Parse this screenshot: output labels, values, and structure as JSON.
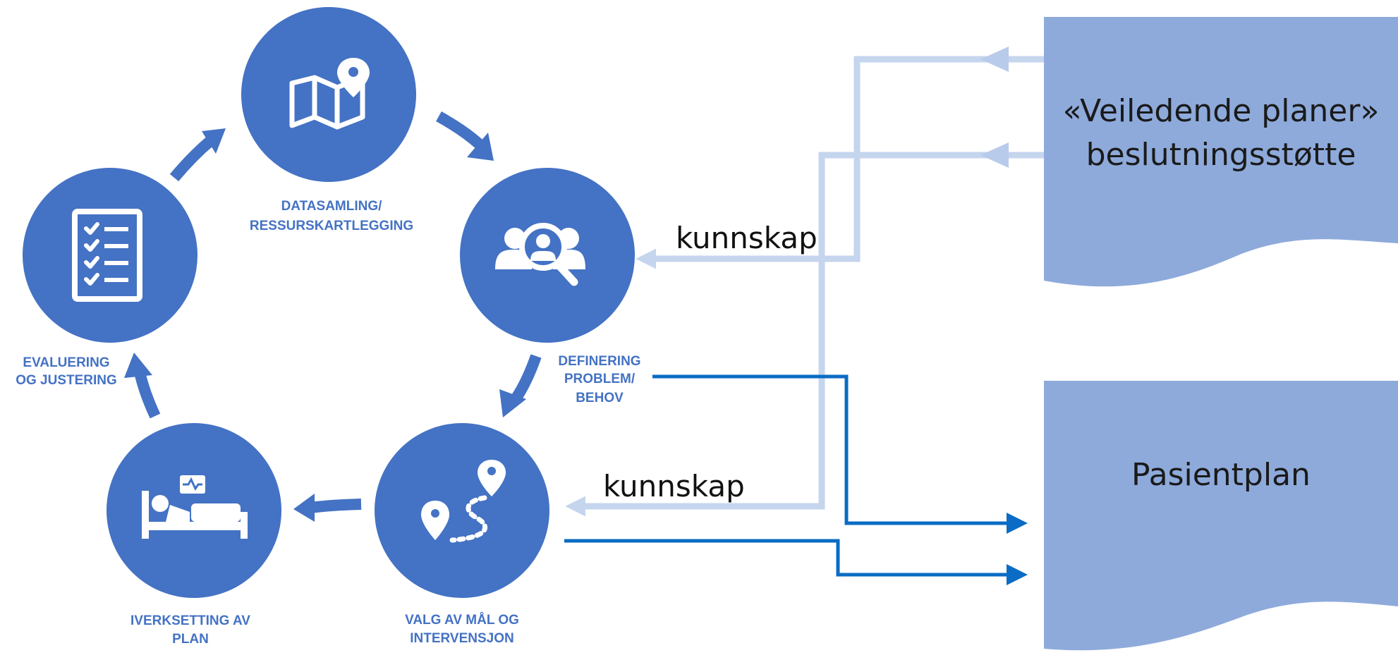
{
  "cycle": {
    "steps": [
      {
        "id": "datasamling",
        "lines": [
          "DATASAMLING/",
          "RESSURSKARTLEGGING"
        ],
        "icon": "map-pin-icon"
      },
      {
        "id": "definering",
        "lines": [
          "DEFINERING",
          "PROBLEM/",
          "BEHOV"
        ],
        "icon": "people-search-icon"
      },
      {
        "id": "valg",
        "lines": [
          "VALG AV MÅL OG",
          "INTERVENSJON"
        ],
        "icon": "route-icon"
      },
      {
        "id": "iverksetting",
        "lines": [
          "IVERKSETTING AV",
          "PLAN"
        ],
        "icon": "hospital-bed-icon"
      },
      {
        "id": "evaluering",
        "lines": [
          "EVALUERING",
          "OG JUSTERING"
        ],
        "icon": "checklist-icon"
      }
    ]
  },
  "flows": {
    "knowledge_label_1": "kunnskap",
    "knowledge_label_2": "kunnskap"
  },
  "documents": {
    "guidance": {
      "line1": "«Veiledende planer»",
      "line2": "beslutningsstøtte"
    },
    "patient": {
      "title": "Pasientplan"
    }
  },
  "colors": {
    "circle": "#4472c4",
    "knowledge_arrow": "#c5d5ee",
    "output_arrow": "#0a6cc4",
    "document": "#8eaadb"
  }
}
